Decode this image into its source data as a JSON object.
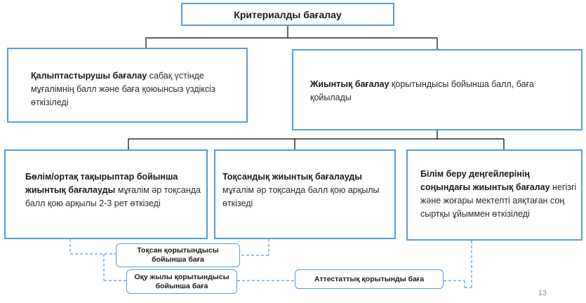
{
  "title": "Критериалды бағалау",
  "formative": {
    "bold": "Қалыптастырушы бағалау",
    "text": " сабақ үстінде мұғалімнің балл және баға қоюынсыз үздіксіз өткізіледі"
  },
  "summative": {
    "bold": "Жиынтық бағалау",
    "text": "  қорытындысы бойынша балл, баға қойылады"
  },
  "section": {
    "bold": "Бөлім/ортақ тақырыптар бойынша жиынтық бағалауды",
    "text": " мұғалім әр тоқсанда балл қою арқылы 2-3 рет өткізеді"
  },
  "quarter": {
    "bold": "Тоқсандық жиынтық бағалауды",
    "text": " мұғалім әр тоқсанда балл қою арқылы өткізеді"
  },
  "level_end": {
    "bold": "Білім беру деңгейлерінің соңындағы жиынтық бағалау",
    "text": " негізгі және жоғары мектепті аяқтаған соң сыртқы ұйыммен өткізіледі"
  },
  "quarter_grade": "Тоқсан қорытындысы бойынша баға",
  "year_grade": "Оқу жылы  қорытындысы бойынша баға",
  "certificate_grade": "Аттестаттық қорытынды баға",
  "page_number": "13",
  "colors": {
    "border": "#5b9bd5",
    "connector": "#000000",
    "dashed": "#5b9bd5"
  }
}
